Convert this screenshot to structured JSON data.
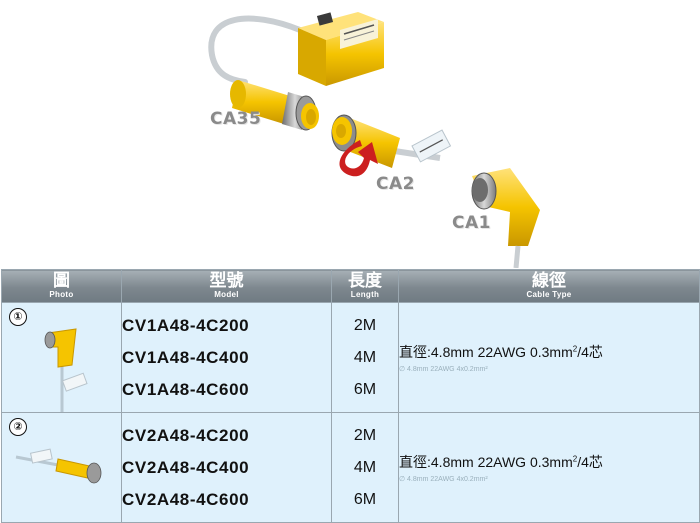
{
  "diagram": {
    "labels": {
      "ca35": "CA35",
      "ca2": "CA2",
      "ca1": "CA1"
    }
  },
  "table": {
    "headers": [
      {
        "main": "圖",
        "sub": "Photo"
      },
      {
        "main": "型號",
        "sub": "Model"
      },
      {
        "main": "長度",
        "sub": "Length"
      },
      {
        "main": "線徑",
        "sub": "Cable Type"
      }
    ],
    "rows": [
      {
        "number": "①",
        "models": [
          "CV1A48-4C200",
          "CV1A48-4C400",
          "CV1A48-4C600"
        ],
        "lengths": [
          "2M",
          "4M",
          "6M"
        ],
        "cable_main": "直徑:4.8mm  22AWG  0.3mm",
        "cable_sup": "2",
        "cable_tail": "/4芯",
        "cable_sub": "∅ 4.8mm 22AWG 4x0.2mm²"
      },
      {
        "number": "②",
        "models": [
          "CV2A48-4C200",
          "CV2A48-4C400",
          "CV2A48-4C600"
        ],
        "lengths": [
          "2M",
          "4M",
          "6M"
        ],
        "cable_main": "直徑:4.8mm  22AWG  0.3mm",
        "cable_sup": "2",
        "cable_tail": "/4芯",
        "cable_sub": "∅ 4.8mm 22AWG 4x0.2mm²"
      }
    ]
  },
  "colors": {
    "header_bg": "#7d878e",
    "row_bg": "#dff1fc",
    "connector_yellow": "#f5c400",
    "arrow_red": "#cc1f1f"
  }
}
